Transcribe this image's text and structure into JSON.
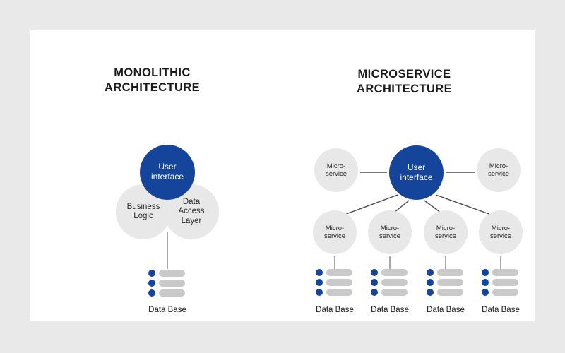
{
  "canvas": {
    "background_color": "#e9e9e9",
    "card_color": "#ffffff"
  },
  "theme": {
    "accent_blue": "#14459b",
    "circle_gray": "#e8e8e8",
    "bar_gray": "#c9c9c9",
    "line_gray": "#a8a8a8",
    "text_dark": "#1b1b1b"
  },
  "monolithic": {
    "title": "MONOLITHIC\nARCHITECTURE",
    "circles": {
      "user_interface": "User\ninterface",
      "business_logic": "Business\nLogic",
      "data_access_layer": "Data\nAccess\nLayer"
    },
    "database": {
      "label": "Data Base",
      "rows": 3
    }
  },
  "microservice": {
    "title": "MICROSERVICE\nARCHITECTURE",
    "center": "User\ninterface",
    "top_nodes": [
      {
        "label": "Micro-\nservice"
      },
      {
        "label": "Micro-\nservice"
      }
    ],
    "bottom_nodes": [
      {
        "label": "Micro-\nservice"
      },
      {
        "label": "Micro-\nservice"
      },
      {
        "label": "Micro-\nservice"
      },
      {
        "label": "Micro-\nservice"
      }
    ],
    "databases": [
      {
        "label": "Data Base",
        "rows": 3
      },
      {
        "label": "Data Base",
        "rows": 3
      },
      {
        "label": "Data Base",
        "rows": 3
      },
      {
        "label": "Data Base",
        "rows": 3
      }
    ]
  }
}
